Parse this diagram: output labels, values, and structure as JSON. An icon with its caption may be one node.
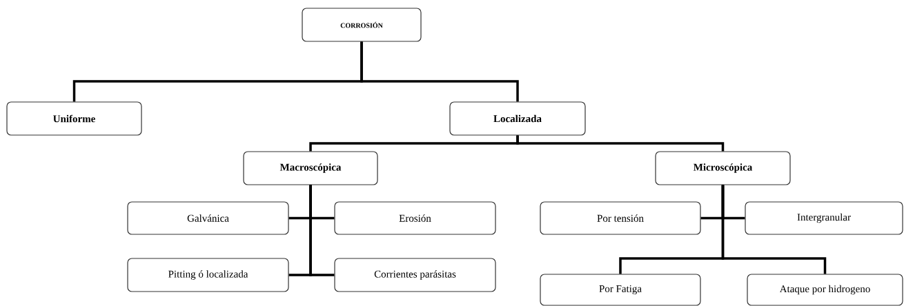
{
  "diagram": {
    "nodes": [
      {
        "text": [
          "CORROSIÓN"
        ]
      },
      {
        "text": [
          "Uniforme"
        ]
      },
      {
        "text": [
          "Localizada"
        ]
      },
      {
        "text": [
          "Macroscópica"
        ]
      },
      {
        "text": [
          "Microscópica"
        ]
      },
      {
        "text": [
          "Galvánica"
        ]
      },
      {
        "text": [
          "Erosión"
        ]
      },
      {
        "text": [
          "Pitting ó localizada"
        ]
      },
      {
        "text": [
          "Corrientes parásitas"
        ]
      },
      {
        "text": [
          "Por tensión"
        ]
      },
      {
        "text": [
          "Intergranular"
        ]
      },
      {
        "text": [
          "Por Fatiga"
        ]
      },
      {
        "text": [
          "Ataque por hidrogeno"
        ]
      }
    ],
    "edges": [
      {
        "from": 0,
        "to": 1,
        "arrow": "none"
      },
      {
        "from": 0,
        "to": 2,
        "arrow": "none"
      },
      {
        "from": 2,
        "to": 3,
        "arrow": "none"
      },
      {
        "from": 2,
        "to": 4,
        "arrow": "none"
      },
      {
        "from": 3,
        "to": 5,
        "arrow": "none"
      },
      {
        "from": 3,
        "to": 6,
        "arrow": "none"
      },
      {
        "from": 3,
        "to": 7,
        "arrow": "none"
      },
      {
        "from": 3,
        "to": 8,
        "arrow": "none"
      },
      {
        "from": 4,
        "to": 9,
        "arrow": "none"
      },
      {
        "from": 4,
        "to": 10,
        "arrow": "none"
      },
      {
        "from": 4,
        "to": 11,
        "arrow": "none"
      },
      {
        "from": 4,
        "to": 12,
        "arrow": "none"
      }
    ]
  }
}
